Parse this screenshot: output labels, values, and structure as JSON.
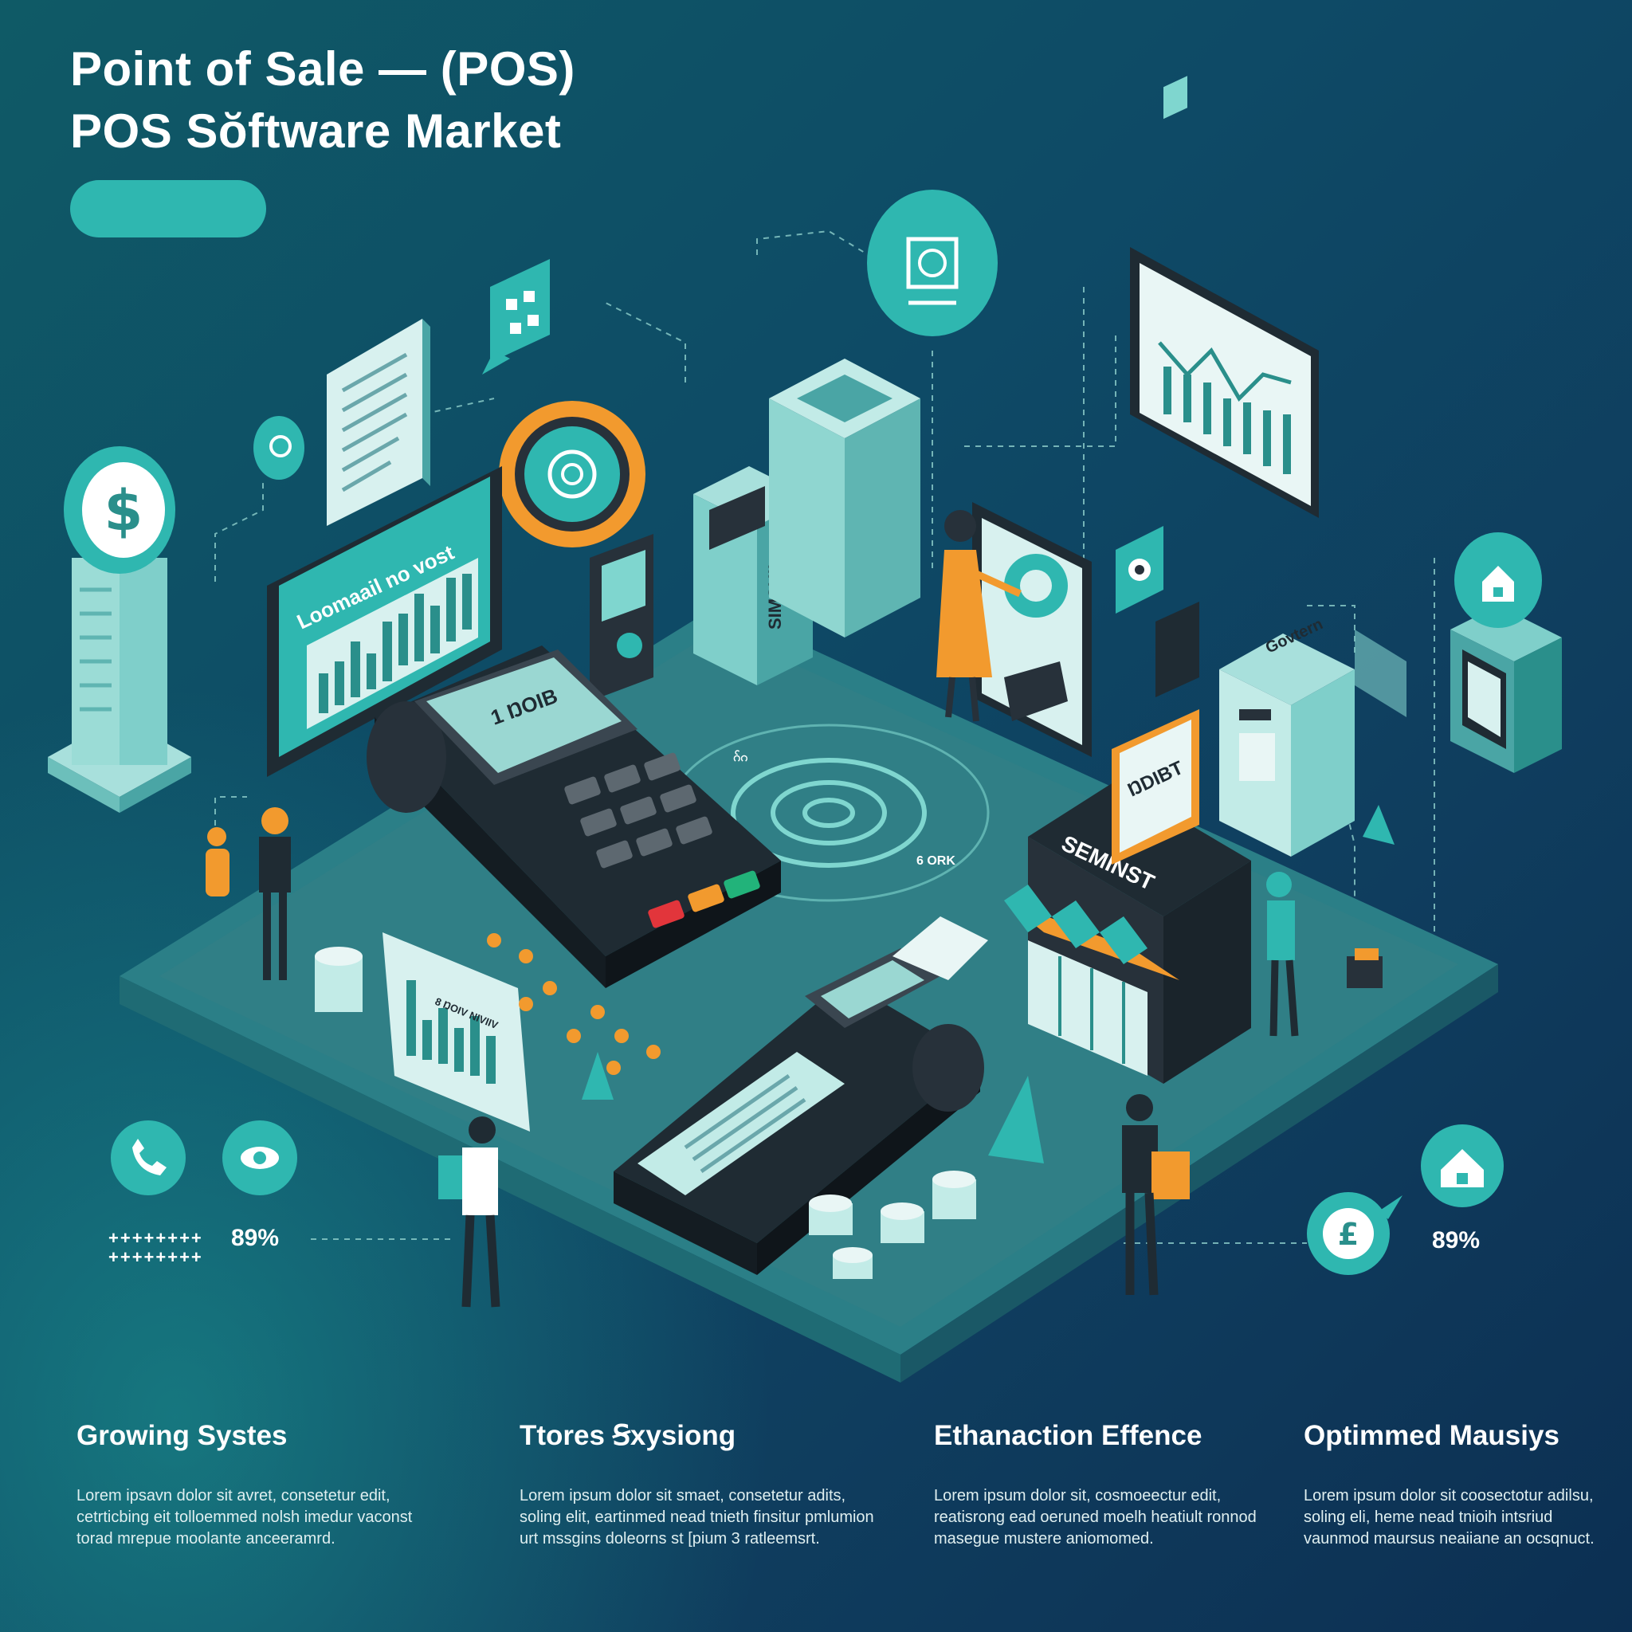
{
  "header": {
    "title_line1": "Point of Sale — (POS)",
    "title_line2": "POS Sŏftware Market"
  },
  "scene_labels": {
    "left_monitor_caption": "Loomaail no vost",
    "terminal_screen_text": "1 ŊOIB",
    "store_sign": "SEMINST",
    "tower_label": "SIMSUIL",
    "kiosk_label": "Govtern",
    "board_text": "ŊDIBT",
    "ring_text_left": "ဂ်ဂ",
    "ring_text_right": "6 ORK",
    "small_chart_caption": "8 ŊOIV NIVIIV"
  },
  "stats": {
    "left_value": "89%",
    "left_dots": "++++++++\n++++++++",
    "right_value": "89%"
  },
  "features": [
    {
      "title": "Growing Systes",
      "body": "Lorem ipsavn dolor sit avret, consetetur edit, cetrticbing eit tolloemmed nolsh imedur vaconst torad mrepue moolante anceeramrd."
    },
    {
      "title": "Ttores Ꞩxysiong",
      "body": "Lorem ipsum dolor sit smaet, consetetur adits, soling elit, eartinmed nead tnieth finsitur pmlumion urt mssgins doleorns st [pium 3 ratleemsrt."
    },
    {
      "title": "Ethanaction Effence",
      "body": "Lorem ipsum dolor sit, cosmoeectur edit, reatisrong ead oeruned moelh heatiult ronnod masegue mustere aniomomed."
    },
    {
      "title": "Optimmed Mausiys",
      "body": "Lorem ipsum dolor sit coosectotur adilsu, soling eli, heme nead tnioih intsriud vaunmod maursus neaiiane an ocsqnuct."
    }
  ],
  "colors": {
    "teal": "#2fb7b0",
    "teal_light": "#7fd6cf",
    "orange": "#f29a2e",
    "dark": "#27313a",
    "platform": "#3f8a8e"
  }
}
